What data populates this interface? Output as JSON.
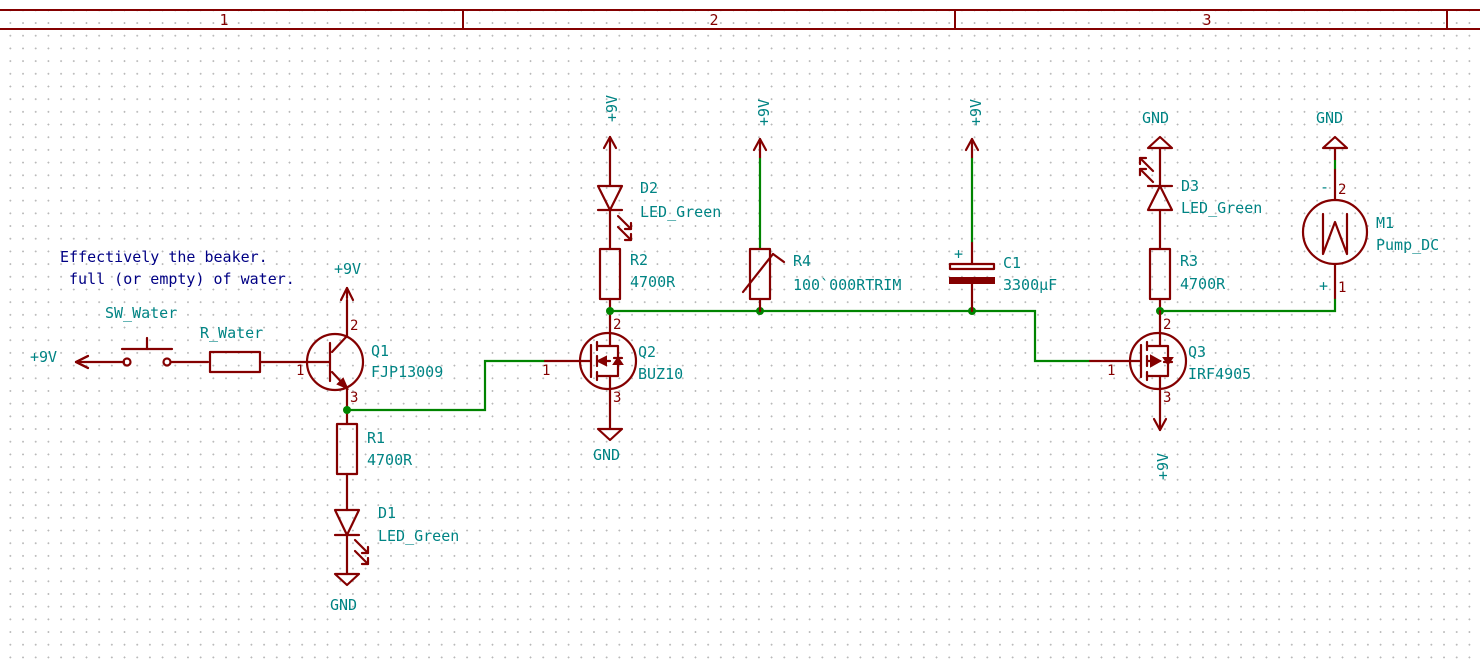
{
  "frame": {
    "columns": [
      "1",
      "2",
      "3"
    ]
  },
  "note": {
    "line1": "Effectively the beaker.",
    "line2": " full (or empty) of water."
  },
  "colors": {
    "component": "#840000",
    "wire": "#008400",
    "label": "#008484",
    "note": "#000084"
  },
  "power": {
    "vcc": "+9V",
    "gnd": "GND"
  },
  "components": {
    "sw_water": {
      "ref": "SW_Water"
    },
    "r_water": {
      "ref": "R_Water"
    },
    "q1": {
      "ref": "Q1",
      "value": "FJP13009",
      "pins": [
        "1",
        "2",
        "3"
      ]
    },
    "r1": {
      "ref": "R1",
      "value": "4700R"
    },
    "d1": {
      "ref": "D1",
      "value": "LED_Green"
    },
    "d2": {
      "ref": "D2",
      "value": "LED_Green"
    },
    "r2": {
      "ref": "R2",
      "value": "4700R"
    },
    "q2": {
      "ref": "Q2",
      "value": "BUZ10",
      "pins": [
        "1",
        "2",
        "3"
      ]
    },
    "r4": {
      "ref": "R4",
      "value": "100`000RTRIM"
    },
    "c1": {
      "ref": "C1",
      "value": "3300µF",
      "polarity": "+"
    },
    "d3": {
      "ref": "D3",
      "value": "LED_Green"
    },
    "r3": {
      "ref": "R3",
      "value": "4700R"
    },
    "q3": {
      "ref": "Q3",
      "value": "IRF4905",
      "pins": [
        "1",
        "2",
        "3"
      ]
    },
    "m1": {
      "ref": "M1",
      "value": "Pump_DC",
      "pins": [
        "1",
        "2"
      ],
      "pin_signs": [
        "+",
        "-"
      ]
    }
  }
}
